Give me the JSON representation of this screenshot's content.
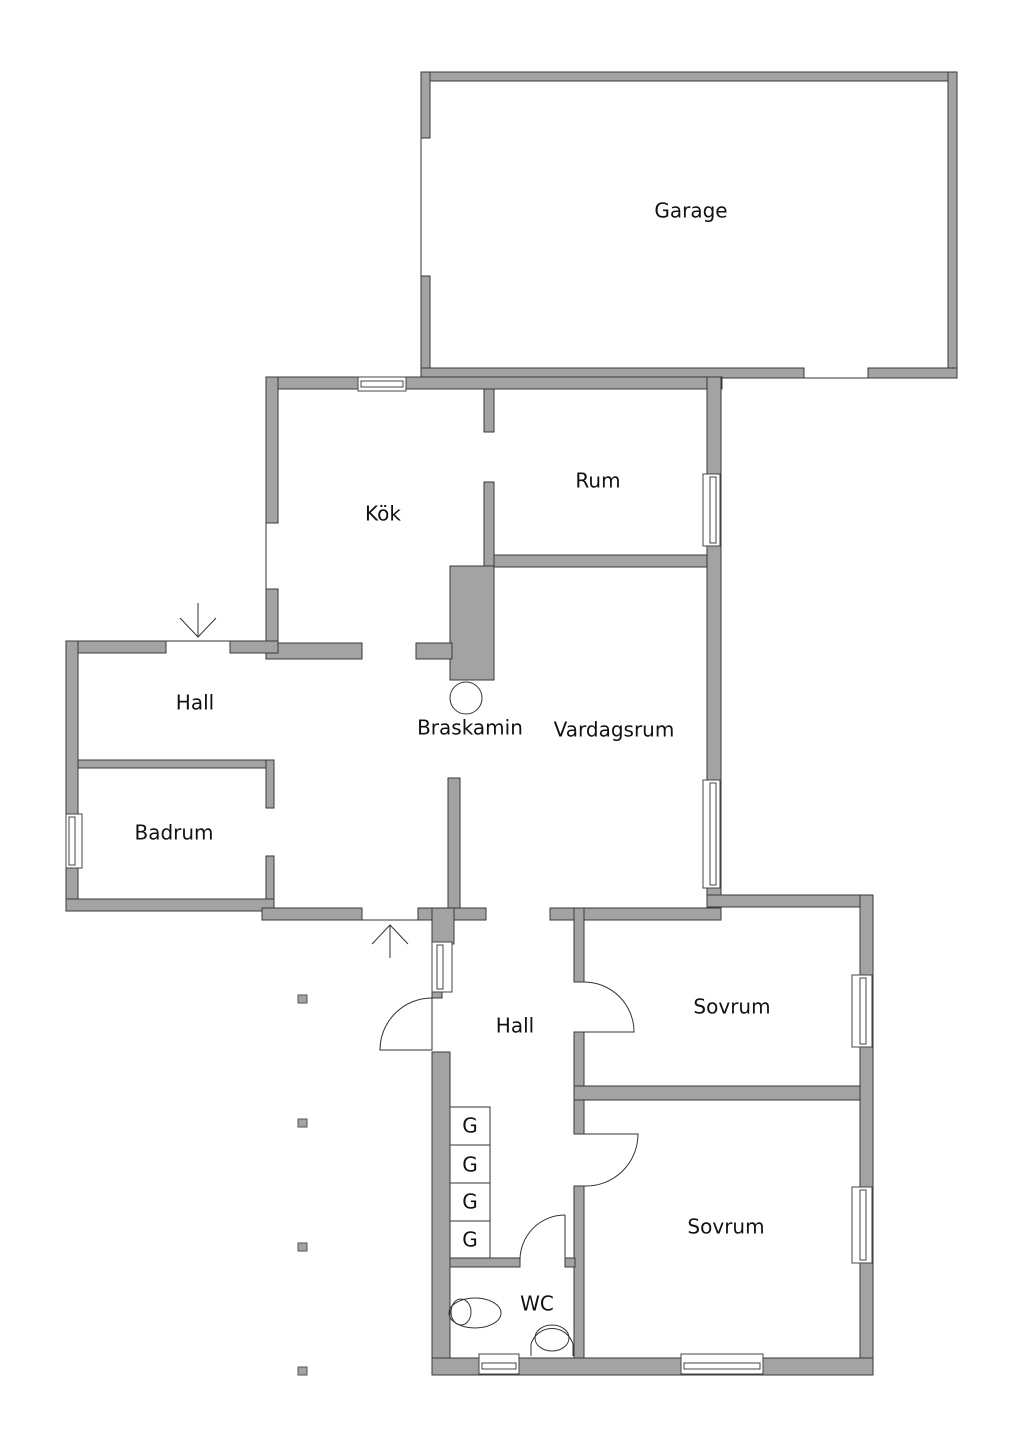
{
  "floorplan": {
    "rooms": {
      "garage": "Garage",
      "kok": "Kök",
      "rum": "Rum",
      "hall_west": "Hall",
      "badrum": "Badrum",
      "braskamin": "Braskamin",
      "vardagsrum": "Vardagsrum",
      "hall_center": "Hall",
      "sovrum_upper": "Sovrum",
      "sovrum_lower": "Sovrum",
      "wc": "WC"
    },
    "cabinets": [
      "G",
      "G",
      "G",
      "G"
    ],
    "entrances": [
      "entrance-arrow-north",
      "entrance-arrow-south"
    ],
    "colors": {
      "wall_fill": "#a3a3a3",
      "wall_stroke": "#3a3a3a",
      "background": "#ffffff",
      "text": "#111111"
    }
  }
}
